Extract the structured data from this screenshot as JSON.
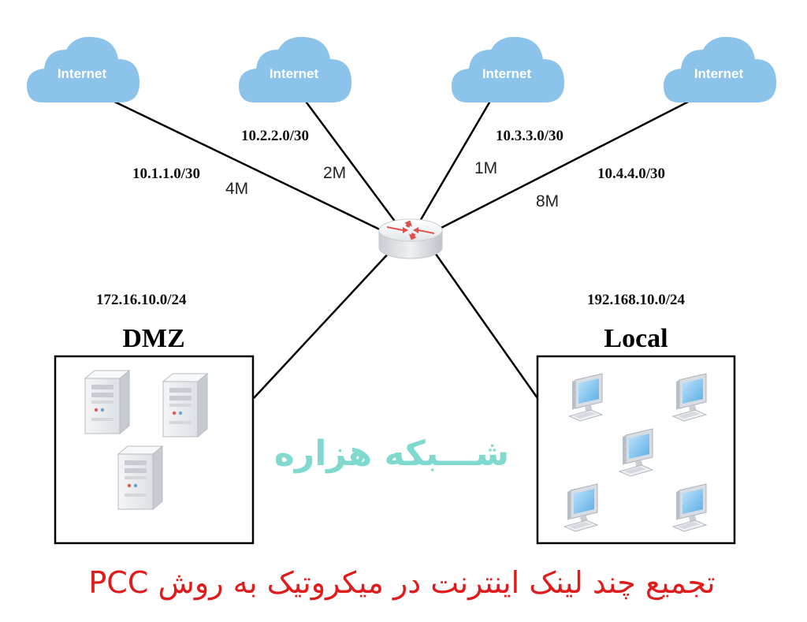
{
  "clouds": [
    {
      "label": "Internet"
    },
    {
      "label": "Internet"
    },
    {
      "label": "Internet"
    },
    {
      "label": "Internet"
    }
  ],
  "links": [
    {
      "subnet": "10.1.1.0/30",
      "bandwidth": "4M"
    },
    {
      "subnet": "10.2.2.0/30",
      "bandwidth": "2M"
    },
    {
      "subnet": "10.3.3.0/30",
      "bandwidth": "1M"
    },
    {
      "subnet": "10.4.4.0/30",
      "bandwidth": "8M"
    }
  ],
  "zones": {
    "dmz": {
      "title": "DMZ",
      "subnet": "172.16.10.0/24",
      "server_count": 3
    },
    "local": {
      "title": "Local",
      "subnet": "192.168.10.0/24",
      "pc_count": 5
    }
  },
  "watermark": "شـــبکه هزاره",
  "caption": "تجمیع چند لینک اینترنت در میکروتیک به روش PCC",
  "colors": {
    "cloud": "#8cc3ea",
    "watermark": "#7fd9cf",
    "caption": "#e01b1b",
    "router_arrows": "#e0504e"
  },
  "icons": {
    "router": "router-icon",
    "server": "server-icon",
    "pc": "desktop-pc-icon",
    "cloud": "cloud-icon"
  }
}
